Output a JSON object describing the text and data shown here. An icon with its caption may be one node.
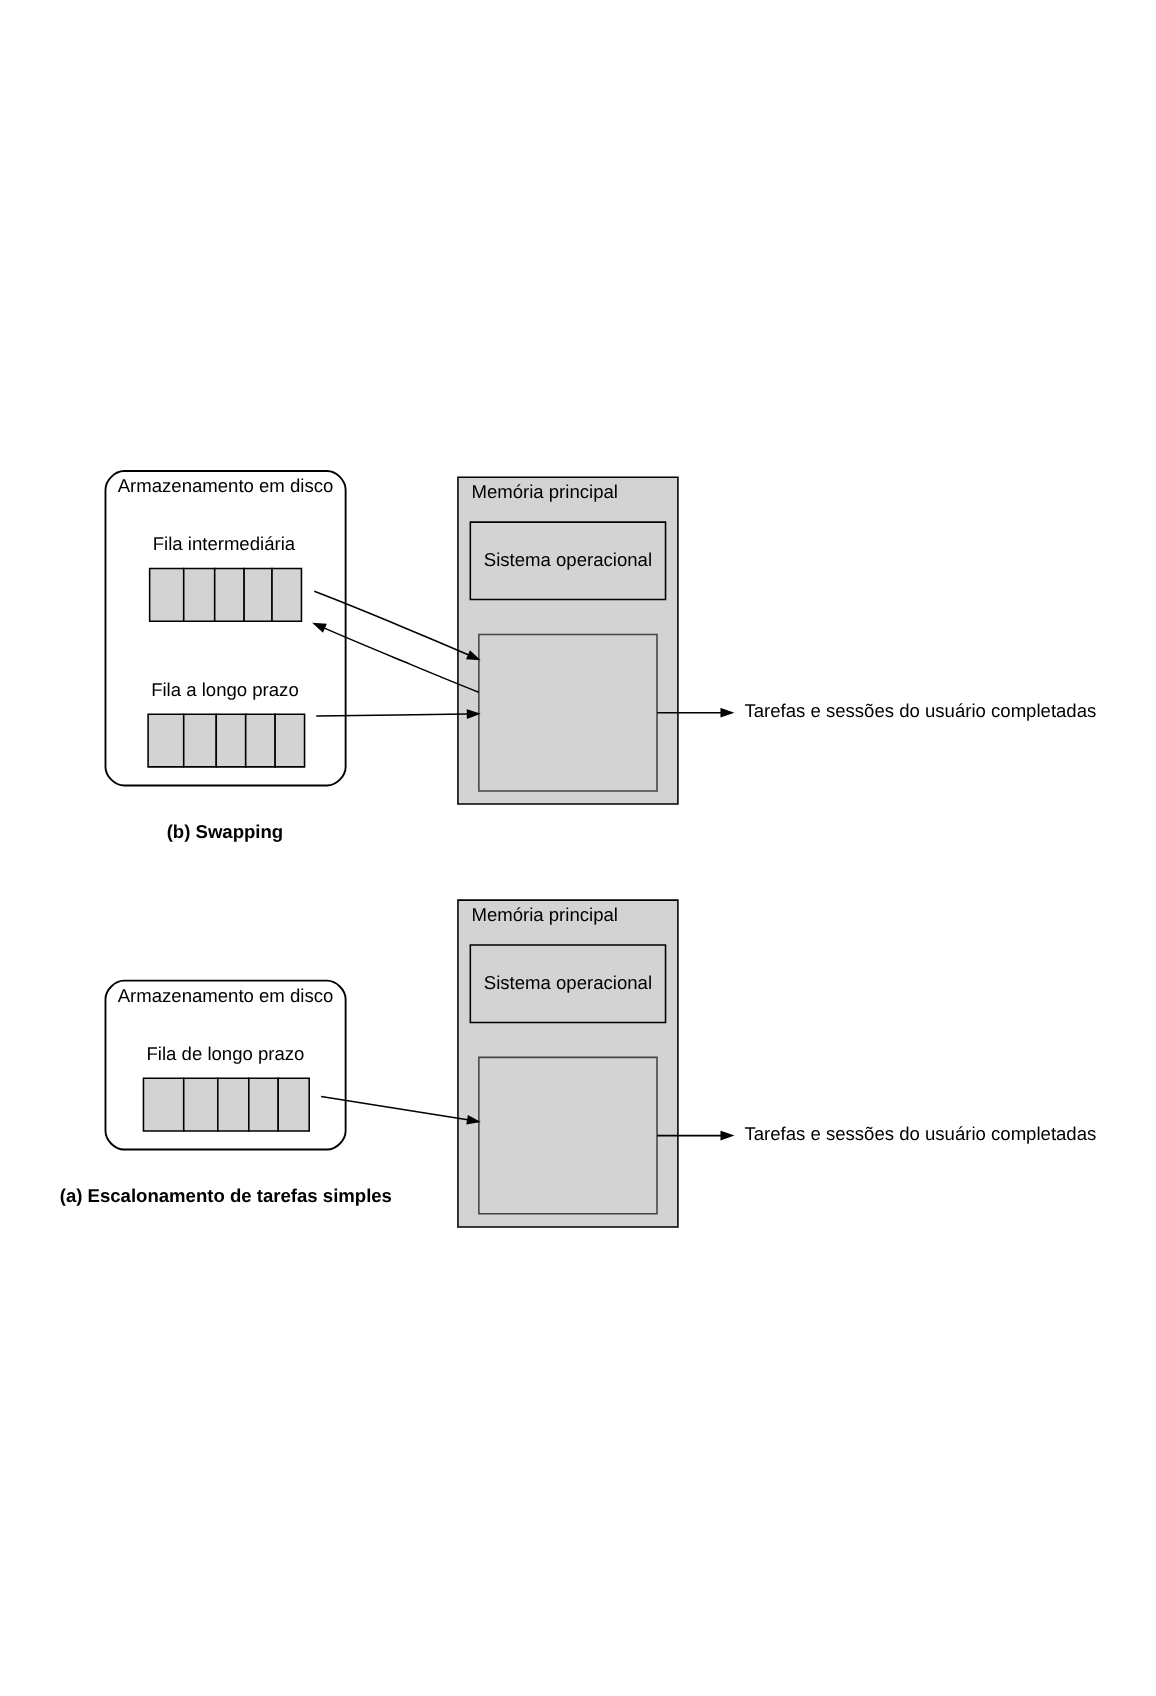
{
  "diagram": {
    "nodes": [
      {
        "text": [
          "Armazenamento em disco"
        ]
      },
      {
        "text": [
          "Fila de longo prazo"
        ],
        "in": 0
      },
      {
        "text": [
          "Memória principal"
        ]
      },
      {
        "text": [
          "Sistema operacional"
        ],
        "in": 2
      },
      {
        "text": [],
        "shape": "box",
        "in": 2
      },
      {
        "text": [
          "Tarefas e sessões do usuário completadas"
        ]
      },
      {
        "text": [
          "Armazenamento em disco"
        ]
      },
      {
        "text": [
          "Fila intermediária"
        ],
        "in": 6
      },
      {
        "text": [
          "Fila a longo prazo"
        ],
        "in": 6
      },
      {
        "text": [
          "Memória principal"
        ]
      },
      {
        "text": [
          "Sistema operacional"
        ],
        "in": 9
      },
      {
        "text": [],
        "shape": "box",
        "in": 9
      },
      {
        "text": [
          "Tarefas e sessões do usuário completadas"
        ]
      }
    ],
    "edges": [
      {
        "from": 1,
        "to": 4,
        "arrow": "to"
      },
      {
        "from": 4,
        "to": 5,
        "arrow": "to"
      },
      {
        "from": 7,
        "to": 11,
        "arrow": "to"
      },
      {
        "from": 11,
        "to": 7,
        "arrow": "to"
      },
      {
        "from": 8,
        "to": 11,
        "arrow": "to"
      },
      {
        "from": 11,
        "to": 12,
        "arrow": "to"
      }
    ],
    "labels": [
      "(a) Escalonamento de tarefas simples",
      "(b) Swapping"
    ]
  }
}
